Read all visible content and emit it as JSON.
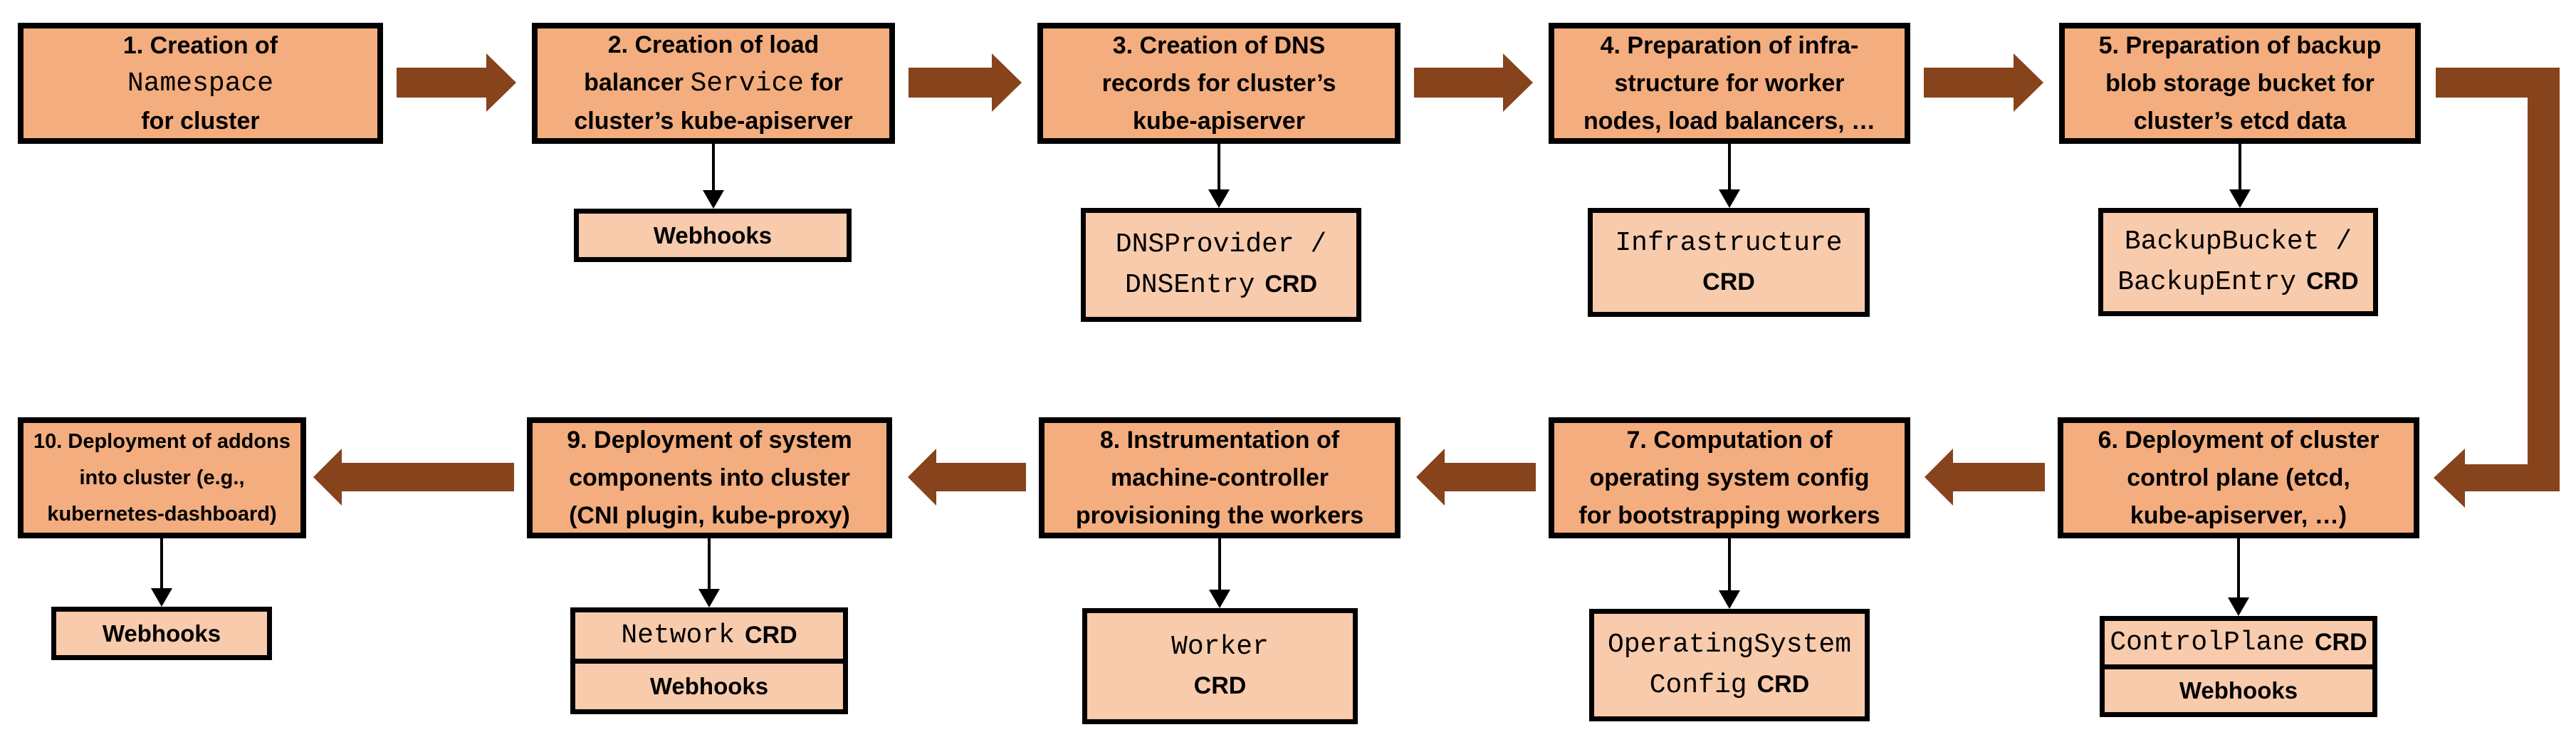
{
  "colors": {
    "main_box_fill": "#F3AD7E",
    "sub_box_fill": "#F8CBAD",
    "border": "#000000",
    "arrow_brown": "#87431B",
    "background": "#FFFFFF"
  },
  "boxes": {
    "b1": {
      "l1": "1. Creation of",
      "l2": "Namespace",
      "l3": "for cluster"
    },
    "b2": {
      "l1": "2. Creation of load",
      "l2a": "balancer ",
      "l2b": "Service",
      "l2c": " for",
      "l3": "cluster’s kube-apiserver"
    },
    "b3": {
      "l1": "3. Creation of DNS",
      "l2": "records for cluster’s",
      "l3": "kube-apiserver"
    },
    "b4": {
      "l1": "4. Preparation of infra-",
      "l2": "structure for worker",
      "l3": "nodes, load balancers, …"
    },
    "b5": {
      "l1": "5. Preparation of backup",
      "l2": "blob storage bucket for",
      "l3": "cluster’s etcd data"
    },
    "b6": {
      "l1": "6. Deployment of cluster",
      "l2": "control plane (etcd,",
      "l3": "kube-apiserver, …)"
    },
    "b7": {
      "l1": "7. Computation of",
      "l2": "operating system config",
      "l3": "for bootstrapping workers"
    },
    "b8": {
      "l1": "8. Instrumentation of",
      "l2": "machine-controller",
      "l3": "provisioning the workers"
    },
    "b9": {
      "l1": "9. Deployment of system",
      "l2": "components into cluster",
      "l3": "(CNI plugin, kube-proxy)"
    },
    "b10": {
      "l1": "10. Deployment of addons",
      "l2": "into cluster (e.g.,",
      "l3": "kubernetes-dashboard)"
    }
  },
  "subs": {
    "s2": {
      "label": "Webhooks"
    },
    "s3": {
      "l1": "DNSProvider /",
      "l2m": "DNSEntry",
      "l2s": "CRD"
    },
    "s4": {
      "l1": "Infrastructure",
      "l2s": "CRD"
    },
    "s5": {
      "l1": "BackupBucket /",
      "l2m": "BackupEntry",
      "l2s": "CRD"
    },
    "s6": {
      "r1m": "ControlPlane",
      "r1s": "CRD",
      "r2": "Webhooks"
    },
    "s7": {
      "l1": "OperatingSystem",
      "l2m": "Config",
      "l2s": "CRD"
    },
    "s8": {
      "l1": "Worker",
      "l2s": "CRD"
    },
    "s9": {
      "r1m": "Network",
      "r1s": "CRD",
      "r2": "Webhooks"
    },
    "s10": {
      "label": "Webhooks"
    }
  }
}
